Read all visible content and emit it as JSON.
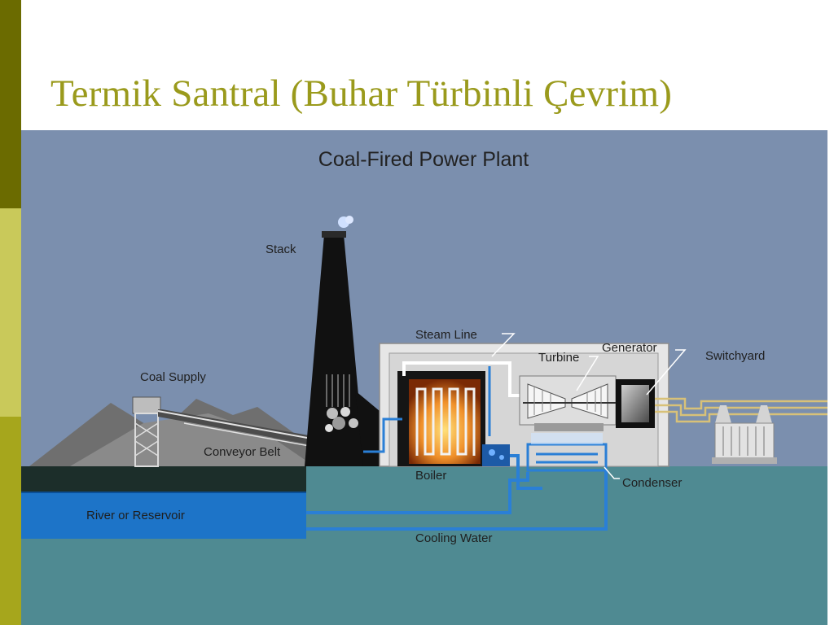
{
  "slide": {
    "title": "Termik Santral  (Buhar Türbinli Çevrim)",
    "accent_colors": [
      "#6b6b00",
      "#c9c95a",
      "#a6a61c"
    ],
    "title_color": "#9a9a1c"
  },
  "diagram": {
    "title": "Coal-Fired Power Plant",
    "labels": {
      "stack": "Stack",
      "steam_line": "Steam Line",
      "turbine": "Turbine",
      "generator": "Generator",
      "switchyard": "Switchyard",
      "coal_supply": "Coal Supply",
      "conveyor_belt": "Conveyor Belt",
      "boiler": "Boiler",
      "condenser": "Condenser",
      "river": "River or Reservoir",
      "cooling_water": "Cooling Water"
    },
    "colors": {
      "sky": "#7b8fae",
      "ground_water": "#4f8a92",
      "river": "#1d74c8",
      "pipe": "#2a7fd6",
      "power_lines": "#d8c178",
      "building": "#e6e6e6"
    }
  }
}
